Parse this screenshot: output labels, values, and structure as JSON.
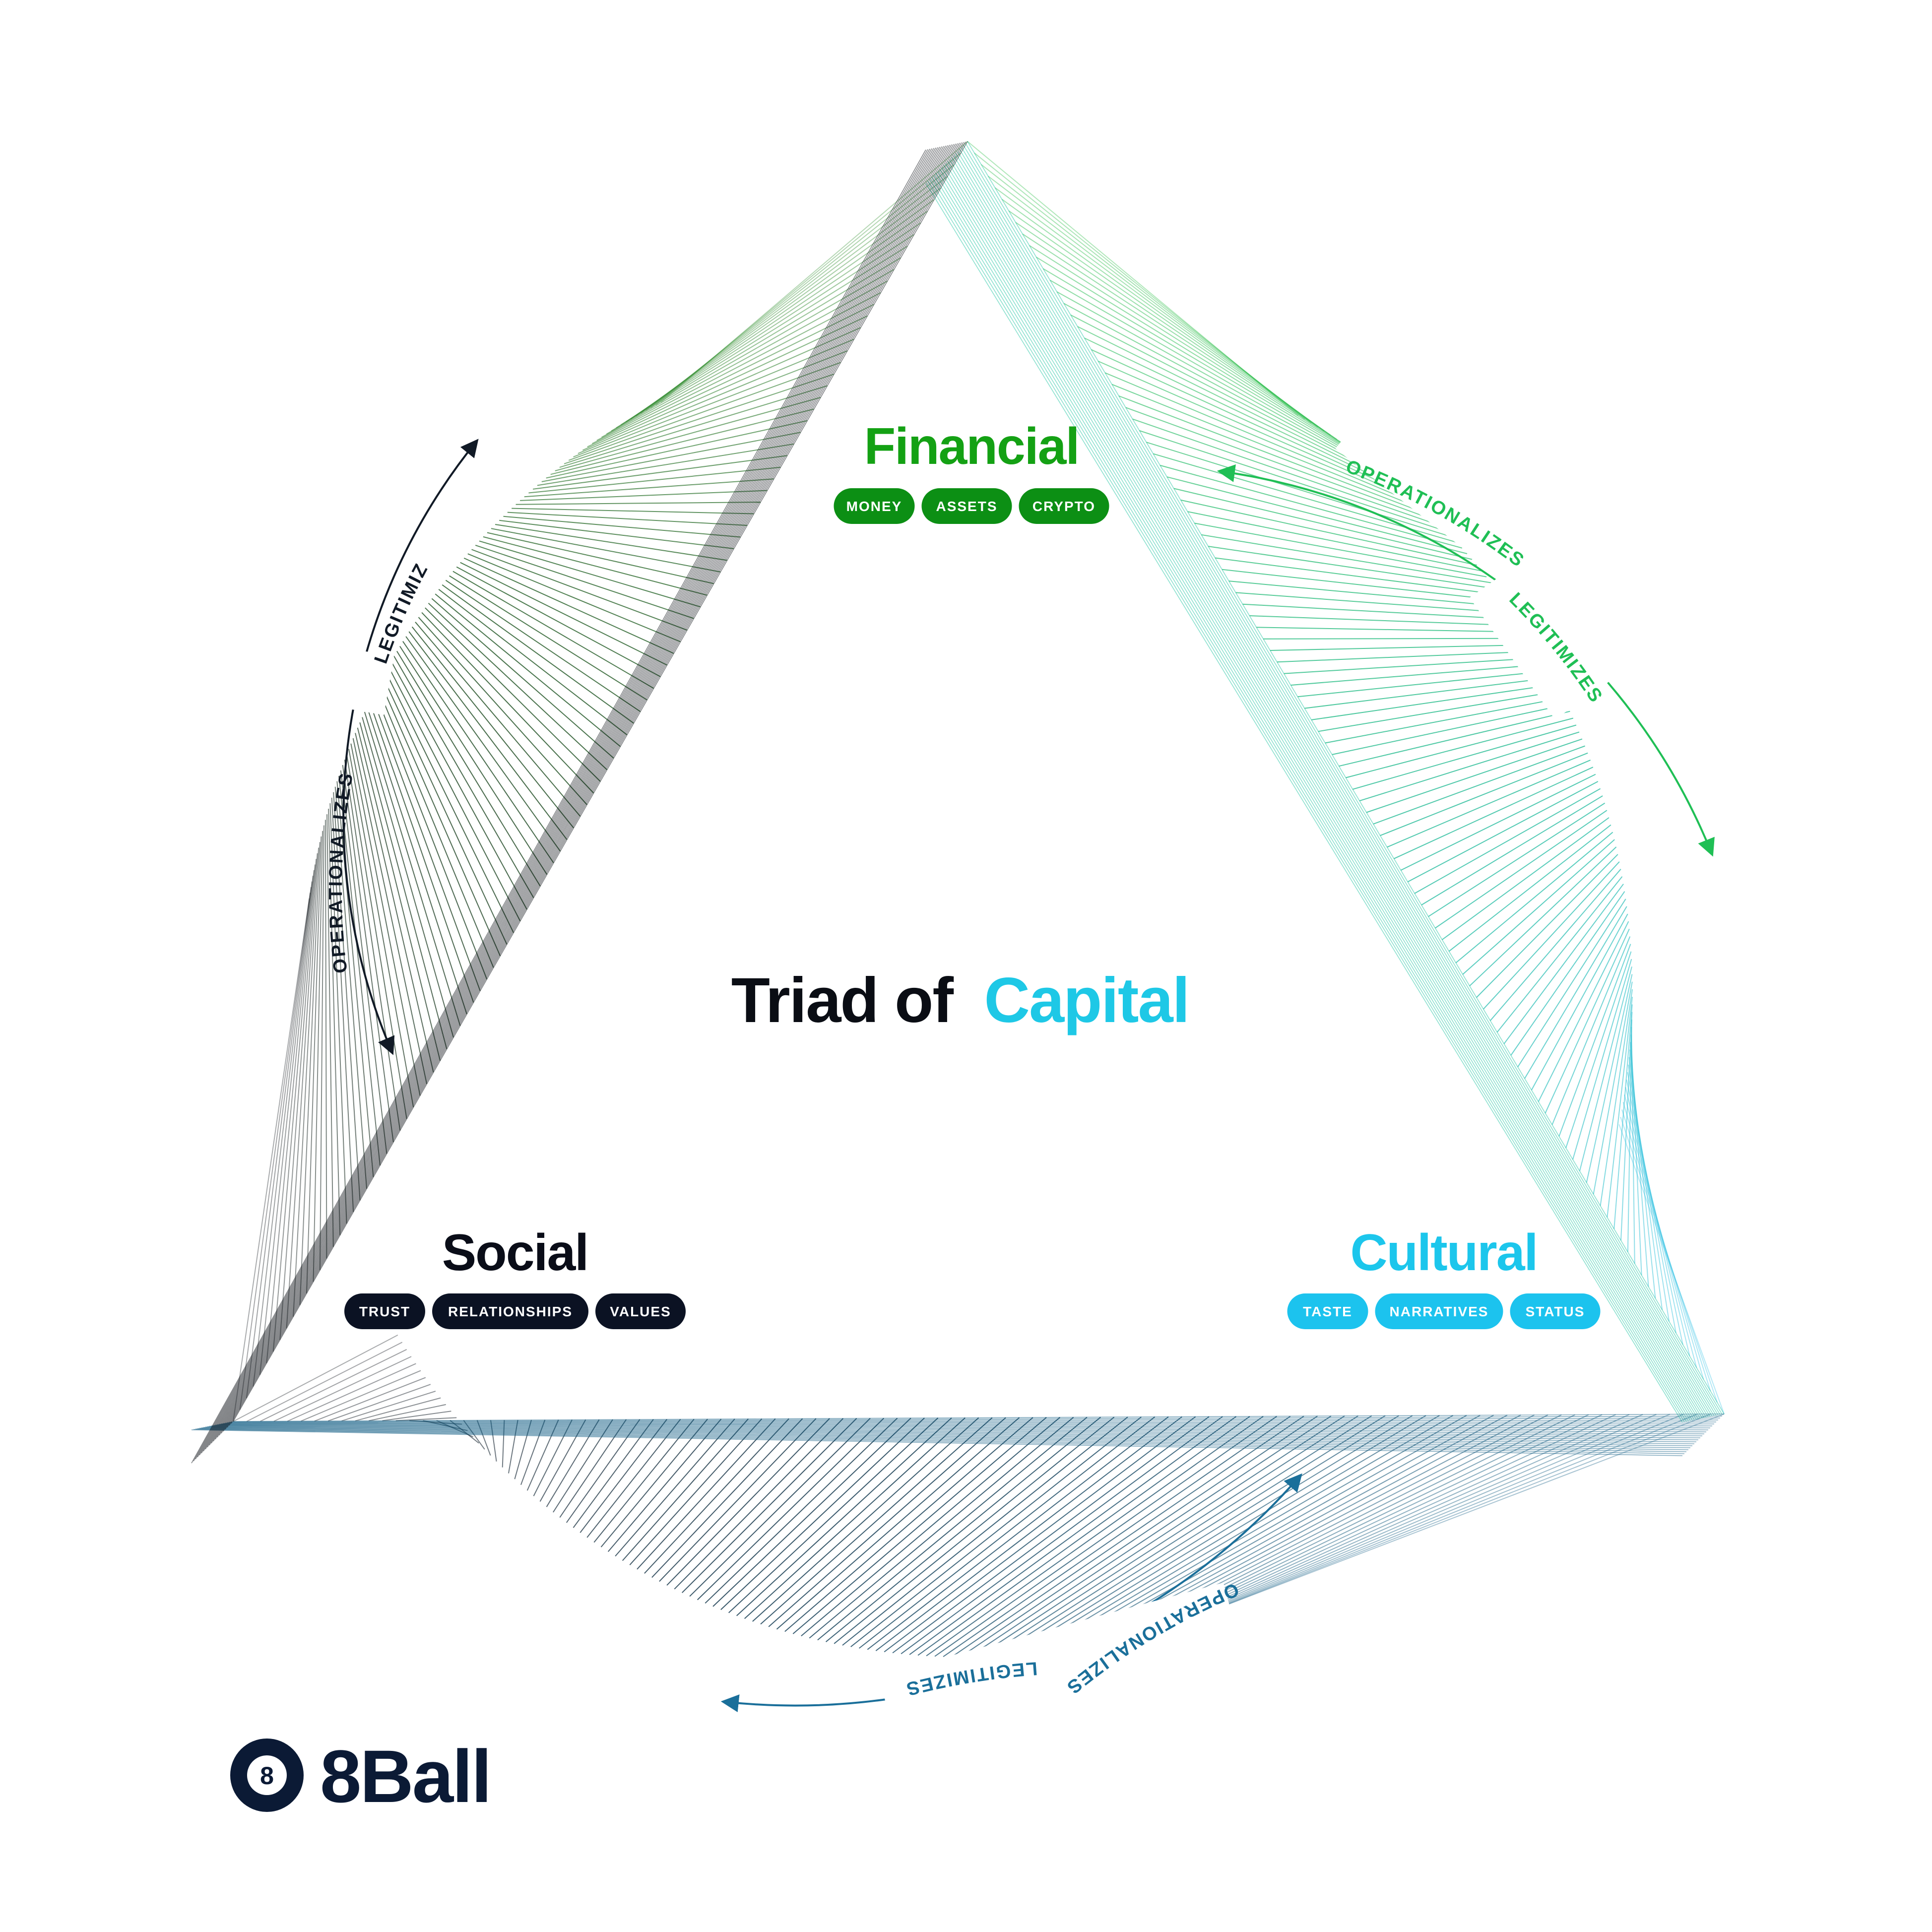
{
  "title": {
    "part1": "Triad of",
    "part2": "Capital"
  },
  "nodes": [
    {
      "name": "Financial",
      "color": "#14a114",
      "pill_color": "#0c8f14",
      "tags": [
        "MONEY",
        "ASSETS",
        "CRYPTO"
      ]
    },
    {
      "name": "Cultural",
      "color": "#1cc6ec",
      "pill_color": "#1cc3ee",
      "tags": [
        "TASTE",
        "NARRATIVES",
        "STATUS"
      ]
    },
    {
      "name": "Social",
      "color": "#0a0d18",
      "pill_color": "#0b1223",
      "tags": [
        "TRUST",
        "RELATIONSHIPS",
        "VALUES"
      ]
    }
  ],
  "relations": [
    {
      "side": "left",
      "labels": [
        "OPERATIONALIZES",
        "LEGITIMIZES"
      ],
      "color": "#111a26"
    },
    {
      "side": "right",
      "labels": [
        "OPERATIONALIZES",
        "LEGITIMIZES"
      ],
      "color": "#1fbf55"
    },
    {
      "side": "bottom",
      "labels": [
        "OPERATIONALIZES",
        "LEGITIMIZES"
      ],
      "color": "#1a6f9a"
    }
  ],
  "brand": {
    "name": "8Ball",
    "mark": "8",
    "color": "#0b1a35"
  },
  "colors": {
    "green": "#1db93a",
    "green_dark": "#2d8f2a",
    "teal": "#19c4a0",
    "cyan": "#2bbfe6",
    "blue_dark": "#0b5a82",
    "black": "#0a0d14",
    "title_cyan": "#1ec8e6"
  }
}
